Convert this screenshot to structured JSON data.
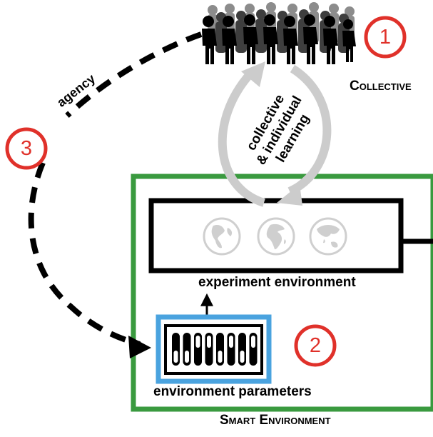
{
  "badges": {
    "one": "1",
    "two": "2",
    "three": "3"
  },
  "labels": {
    "collective": "Collective",
    "agency": "agency",
    "learning_line1": "collective",
    "learning_line2": "& individual",
    "learning_line3": "learning",
    "experiment_environment": "experiment environment",
    "environment_parameters": "environment parameters",
    "smart_environment": "Smart Environment"
  },
  "colors": {
    "badge_red": "#e0312a",
    "smart_env_green": "#3a9a3f",
    "params_blue": "#4aa3df",
    "arrow_gray": "#c8c8c8",
    "globe_gray": "#cfcfcf"
  },
  "icons": {
    "crowd": "crowd-silhouette-icon",
    "globes": [
      "globe-americas-icon",
      "globe-africa-europe-icon",
      "globe-asia-australia-icon"
    ],
    "toggles": "toggle-switches-icon"
  },
  "toggle_states": [
    "down",
    "down",
    "up",
    "up",
    "down",
    "up",
    "down",
    "up"
  ]
}
